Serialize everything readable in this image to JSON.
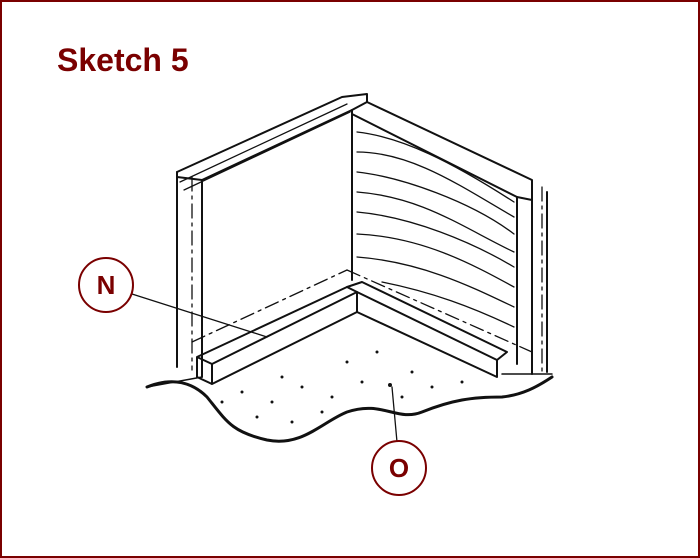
{
  "title": "Sketch 5",
  "labels": {
    "n": "N",
    "o": "O"
  },
  "colors": {
    "accent": "#7a0000",
    "ink": "#111111"
  }
}
